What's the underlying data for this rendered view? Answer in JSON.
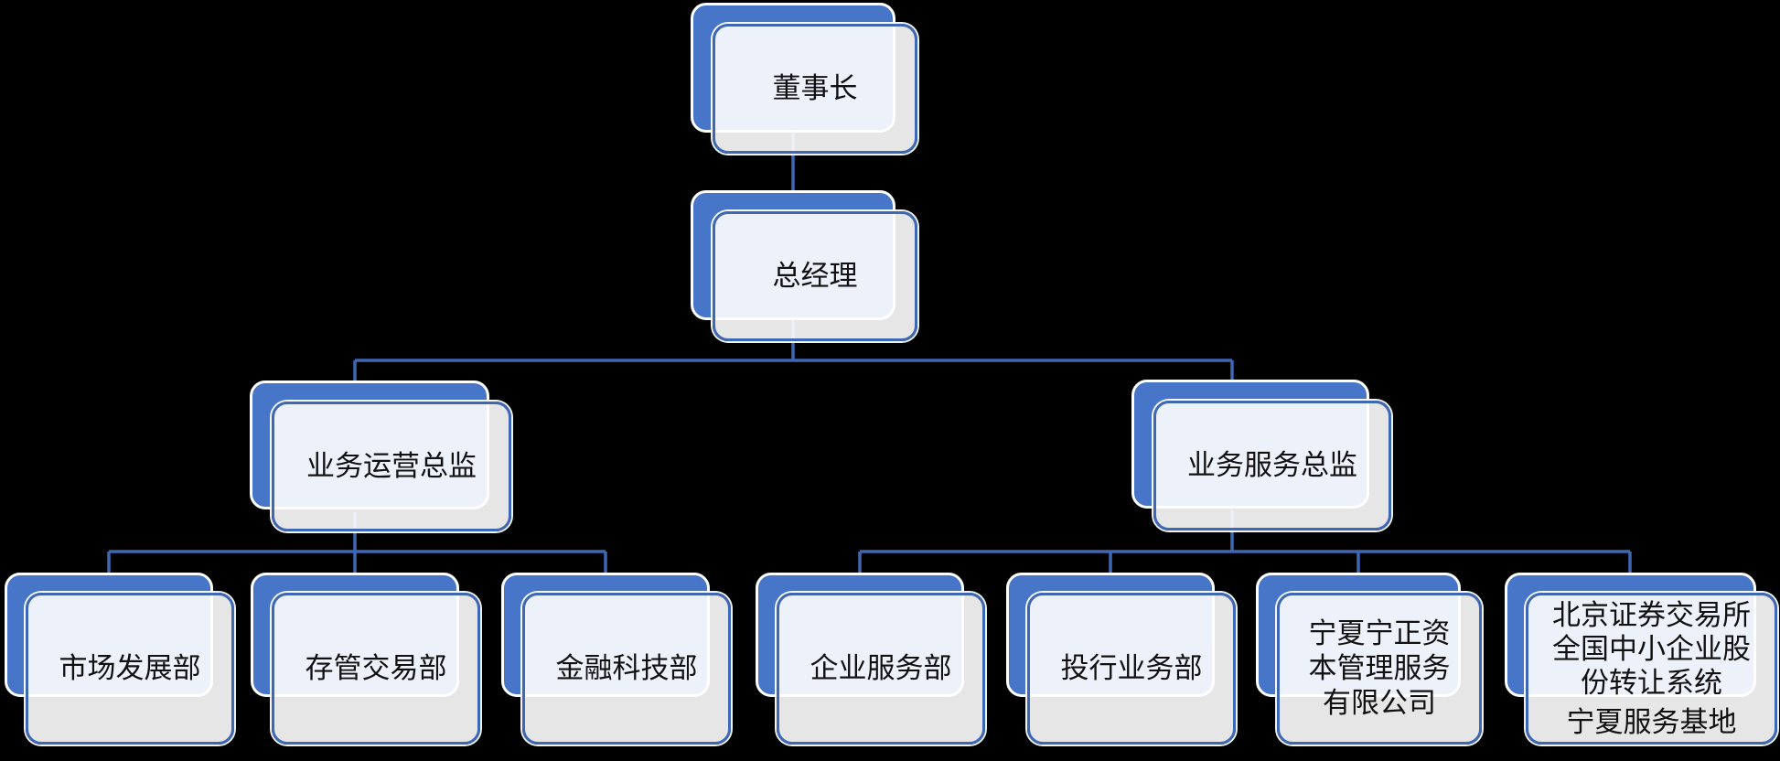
{
  "diagram": {
    "type": "org-chart",
    "background_color": "#000000",
    "colors": {
      "shape_fill": "#4775C7",
      "shape_outline": "#FFFFFF",
      "card_fill": "rgba(255,255,255,0.9)",
      "card_border": "#3E68B4",
      "connector": "#3E68B4",
      "text": "#111111"
    }
  },
  "nodes": {
    "chairman": {
      "label": "董事长"
    },
    "general_manager": {
      "label": "总经理"
    },
    "ops_director": {
      "label": "业务运营总监"
    },
    "service_director": {
      "label": "业务服务总监"
    },
    "market_dev": {
      "label": "市场发展部"
    },
    "custody_trading": {
      "label": "存管交易部"
    },
    "fintech": {
      "label": "金融科技部"
    },
    "enterprise_service": {
      "label": "企业服务部"
    },
    "investment_banking": {
      "label": "投行业务部"
    },
    "ningzheng_capital": {
      "label": "宁夏宁正资\n本管理服务\n有限公司"
    },
    "bse_base": {
      "label": "北京证券交易所\n全国中小企业股\n份转让系统",
      "label2": "宁夏服务基地"
    }
  }
}
